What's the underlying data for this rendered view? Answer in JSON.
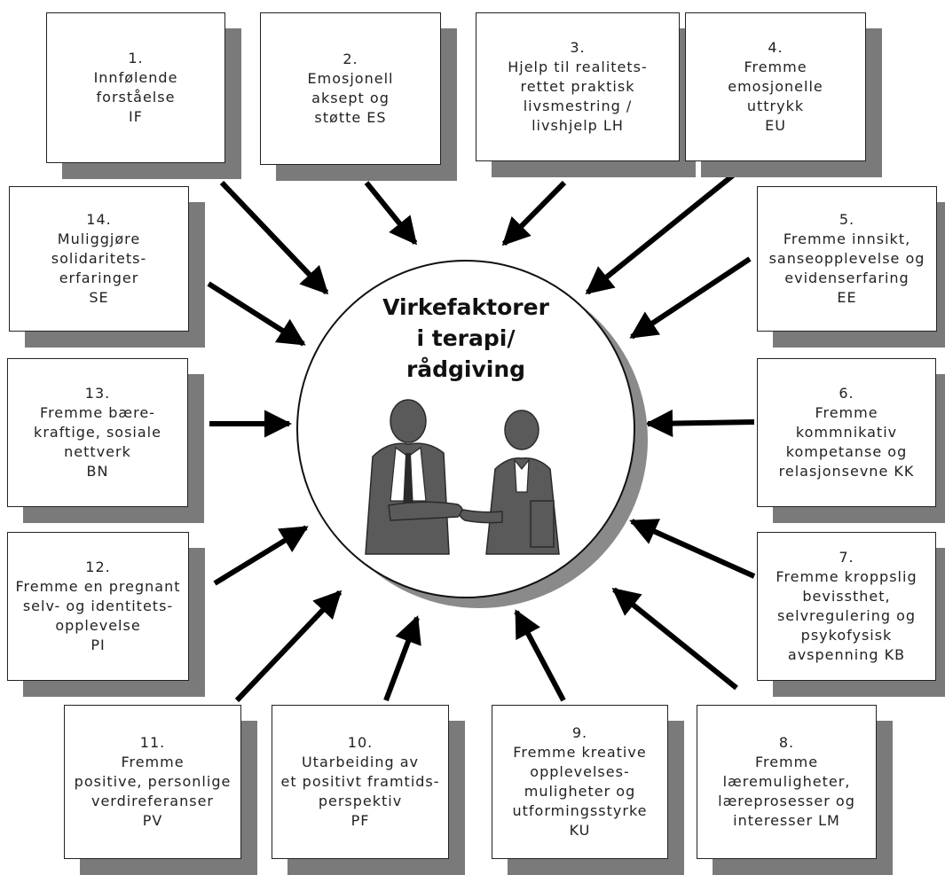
{
  "center": {
    "title_lines": [
      "Virkefaktorer",
      "i terapi/",
      "rådgiving"
    ],
    "illustration": "two-people-handshake-illustration"
  },
  "boxes": [
    {
      "id": "if",
      "lines": [
        "1.",
        "Innfølende",
        "forståelse",
        "IF"
      ]
    },
    {
      "id": "es",
      "lines": [
        "2.",
        "Emosjonell",
        "aksept og",
        "støtte ES"
      ]
    },
    {
      "id": "lh",
      "lines": [
        "3.",
        "Hjelp til realitets-",
        "rettet praktisk",
        "livsmestring /",
        "livshjelp LH"
      ]
    },
    {
      "id": "eu",
      "lines": [
        "4.",
        "Fremme",
        "emosjonelle",
        "uttrykk",
        "EU"
      ]
    },
    {
      "id": "ee",
      "lines": [
        "5.",
        "Fremme innsikt,",
        "sanseopplevelse og",
        "evidenserfaring",
        "EE"
      ]
    },
    {
      "id": "kk",
      "lines": [
        "6.",
        "Fremme",
        "kommnikativ",
        "kompetanse og",
        "relasjonsevne KK"
      ]
    },
    {
      "id": "kb",
      "lines": [
        "7.",
        "Fremme kroppslig",
        "bevissthet,",
        "selvregulering og",
        "psykofysisk",
        "avspenning KB"
      ]
    },
    {
      "id": "lm",
      "lines": [
        "8.",
        "Fremme",
        "læremuligheter,",
        "læreprosesser og",
        "interesser LM"
      ]
    },
    {
      "id": "ku",
      "lines": [
        "9.",
        "Fremme kreative",
        "opplevelses-",
        "muligheter og",
        "utformingsstyrke",
        "KU"
      ]
    },
    {
      "id": "pf",
      "lines": [
        "10.",
        "Utarbeiding av",
        "et positivt framtids-",
        "perspektiv",
        "PF"
      ]
    },
    {
      "id": "pv",
      "lines": [
        "11.",
        "Fremme",
        "positive, personlige",
        "verdireferanser",
        "PV"
      ]
    },
    {
      "id": "pi",
      "lines": [
        "12.",
        "Fremme en pregnant",
        "selv- og identitets-",
        "opplevelse",
        "PI"
      ]
    },
    {
      "id": "bn",
      "lines": [
        "13.",
        "Fremme bære-",
        "kraftige, sosiale",
        "nettverk",
        "BN"
      ]
    },
    {
      "id": "se",
      "lines": [
        "14.",
        "Muliggjøre",
        "solidaritets-",
        "erfaringer",
        "SE"
      ]
    }
  ],
  "colors": {
    "shadow": "#7a7a7a",
    "border": "#222222",
    "arrow": "#000000",
    "text": "#222222"
  }
}
